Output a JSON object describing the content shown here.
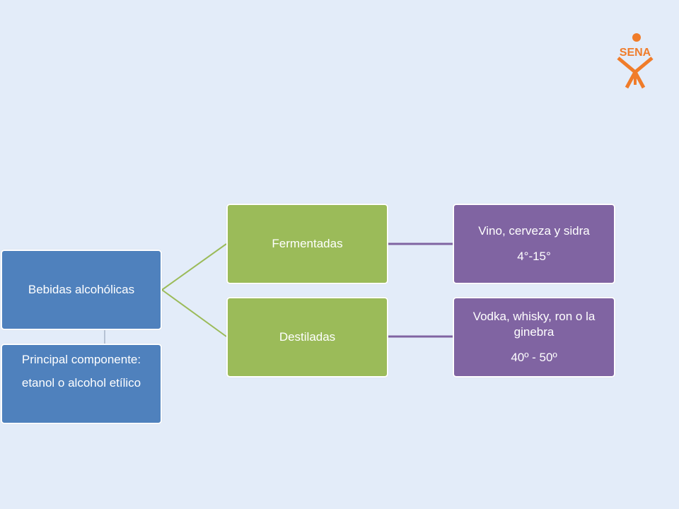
{
  "diagram": {
    "root": {
      "label": "Bebidas alcohólicas"
    },
    "note": {
      "line1": "Principal componente:",
      "line2": "etanol o alcohol etílico"
    },
    "categories": [
      {
        "label": "Fermentadas",
        "examples": "Vino, cerveza y sidra",
        "degrees": "4°-15°"
      },
      {
        "label": "Destiladas",
        "examples": "Vodka, whisky, ron o la ginebra",
        "degrees": "40º - 50º"
      }
    ]
  },
  "logo": {
    "text": "SENA",
    "icon": "sena-logo-icon"
  },
  "colors": {
    "background": "#e3ecf9",
    "root": "#4f81bd",
    "category": "#9bbb59",
    "example": "#8064a2",
    "connector_green": "#9bbb59",
    "connector_purple": "#8064a2",
    "logo": "#f07c2a"
  }
}
